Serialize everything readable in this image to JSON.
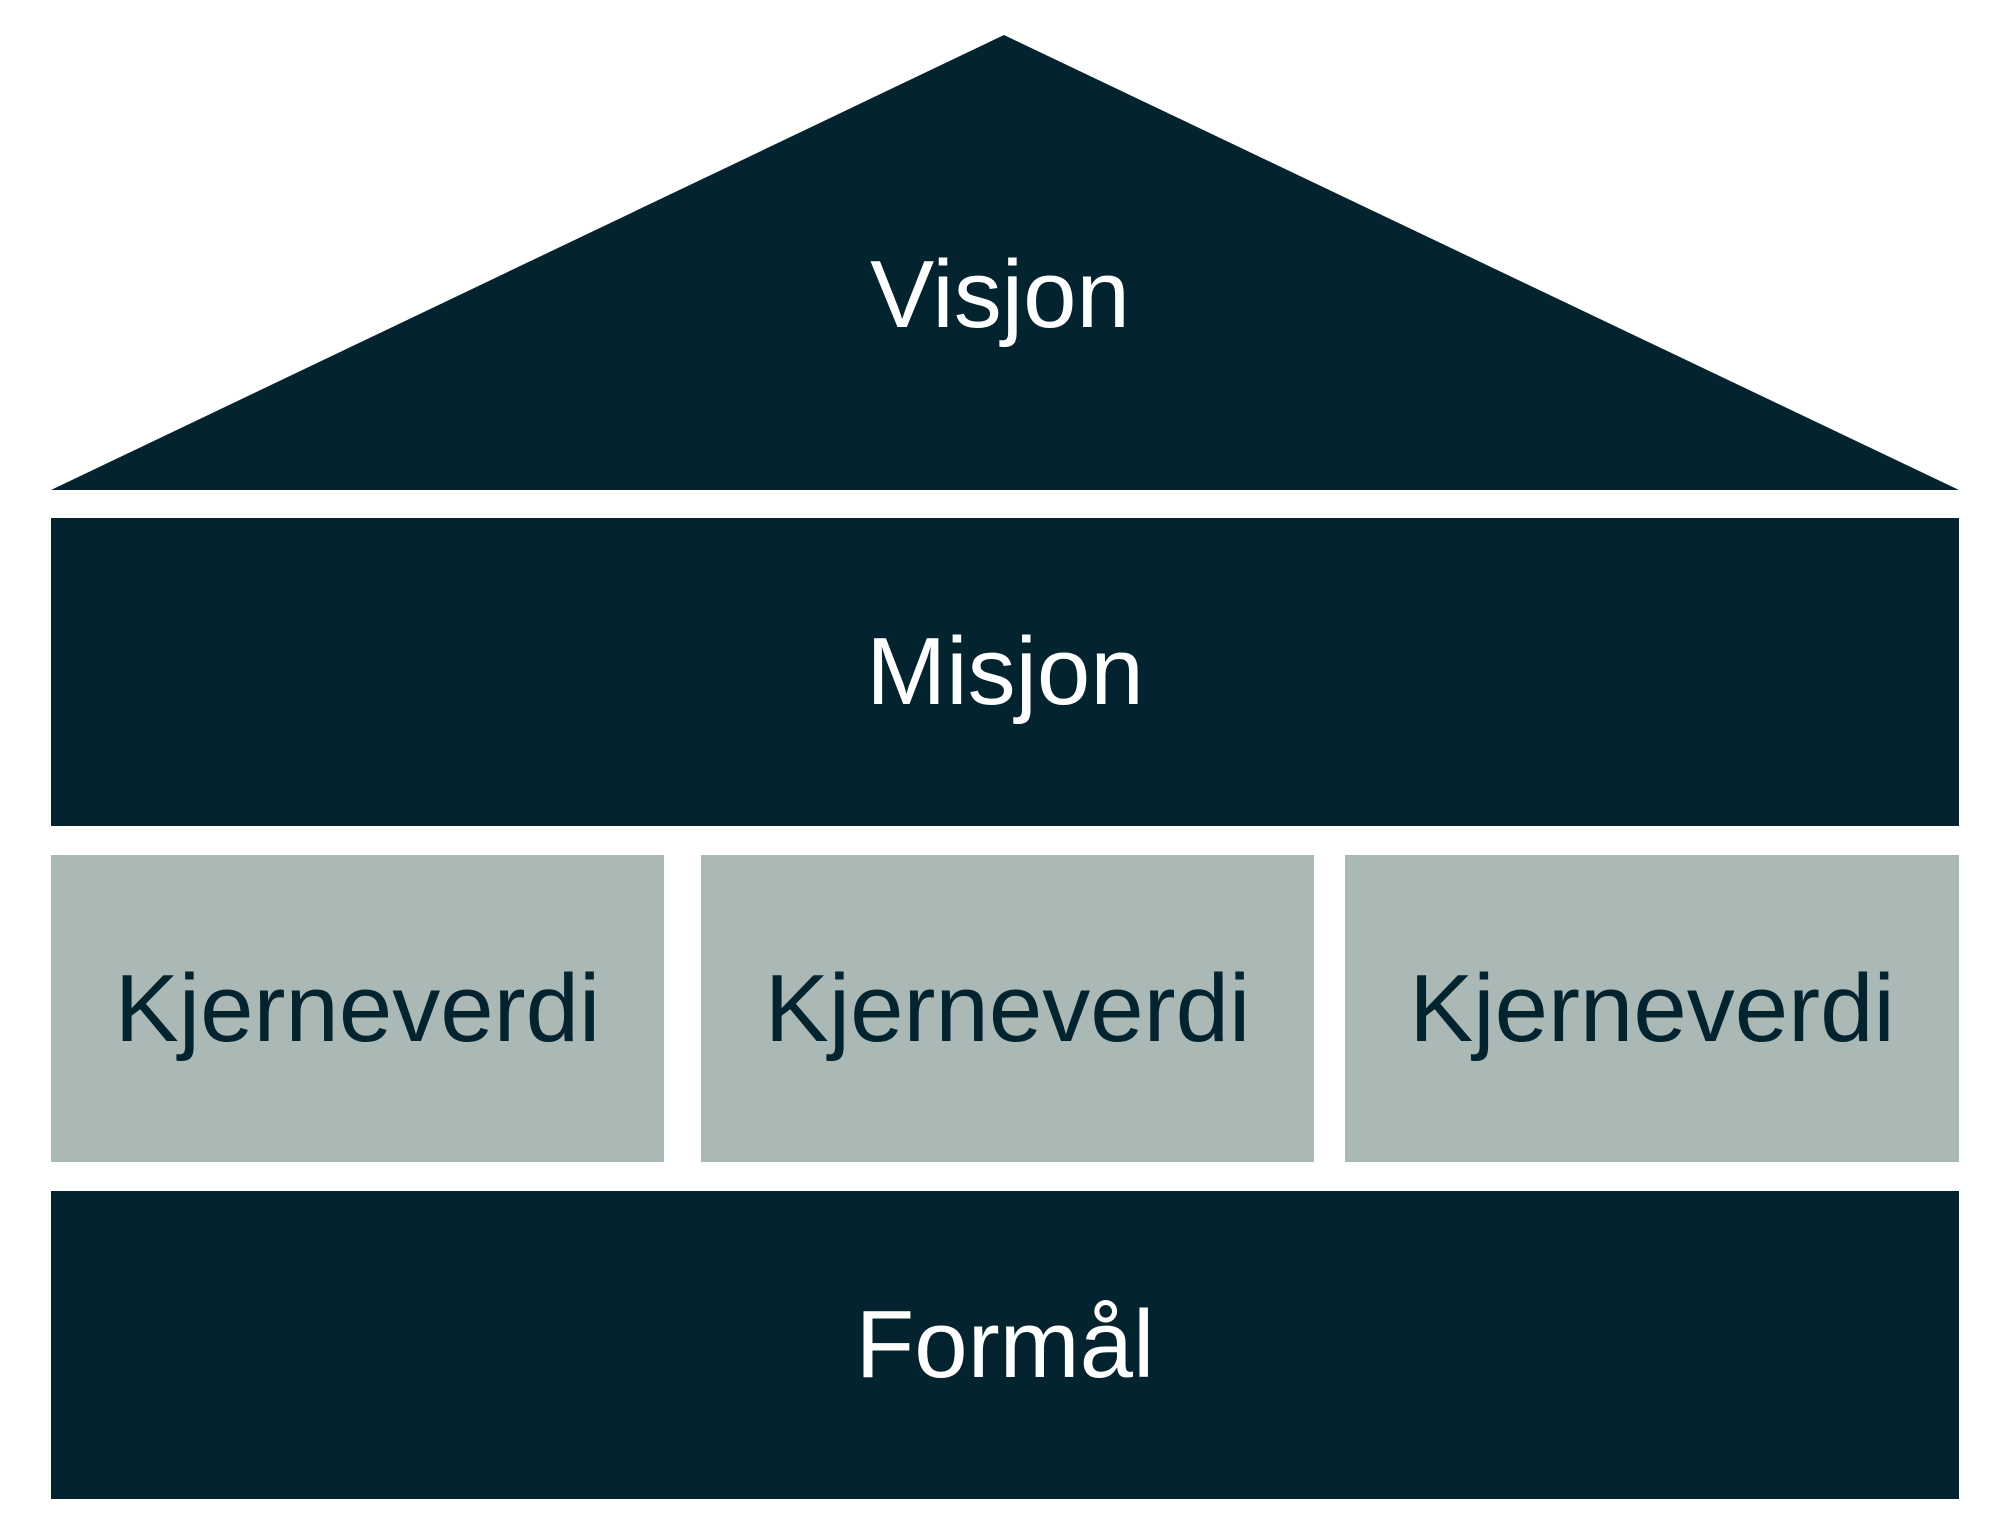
{
  "colors": {
    "dark": "#03232e",
    "light": "#aab9b6",
    "background": "#ffffff"
  },
  "house": {
    "roof_label": "Visjon",
    "mission_label": "Misjon",
    "core_values": [
      {
        "label": "Kjerneverdi"
      },
      {
        "label": "Kjerneverdi"
      },
      {
        "label": "Kjerneverdi"
      }
    ],
    "foundation_label": "Formål"
  }
}
